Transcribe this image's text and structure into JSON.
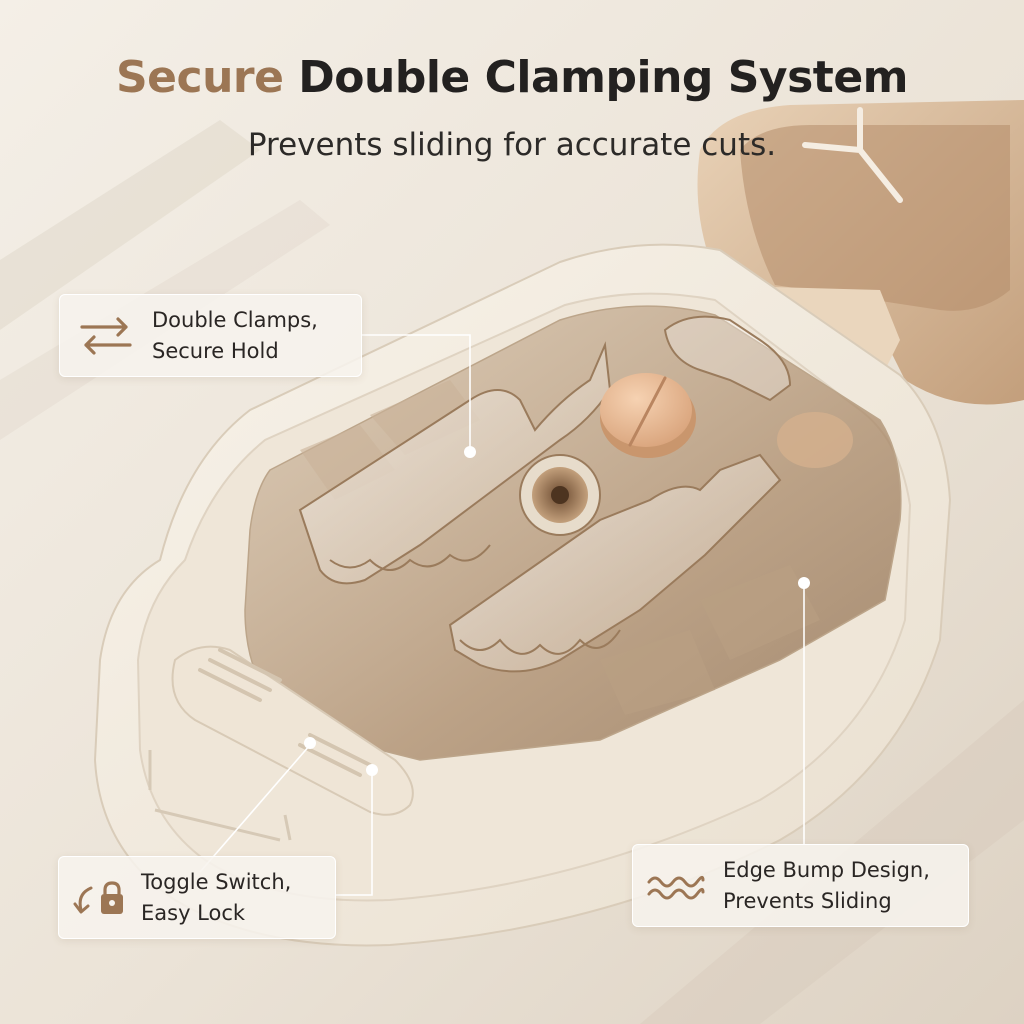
{
  "headline": {
    "accent": "Secure",
    "rest": "Double Clamping System"
  },
  "subheadline": "Prevents sliding for accurate cuts.",
  "callouts": {
    "clamps": {
      "line1": "Double Clamps,",
      "line2": "Secure Hold",
      "icon": "swap-arrows-icon"
    },
    "toggle": {
      "line1": "Toggle Switch,",
      "line2": "Easy Lock",
      "icon": "rotate-lock-icon"
    },
    "edge": {
      "line1": "Edge Bump Design,",
      "line2": "Prevents Sliding",
      "icon": "wavy-lines-icon"
    }
  },
  "colors": {
    "accent": "#9c7654",
    "headline": "#232120",
    "background": "#ece5da",
    "device_body": "#f2ebdf",
    "tray_tint": "#a68564",
    "pill": "#e6b590"
  }
}
